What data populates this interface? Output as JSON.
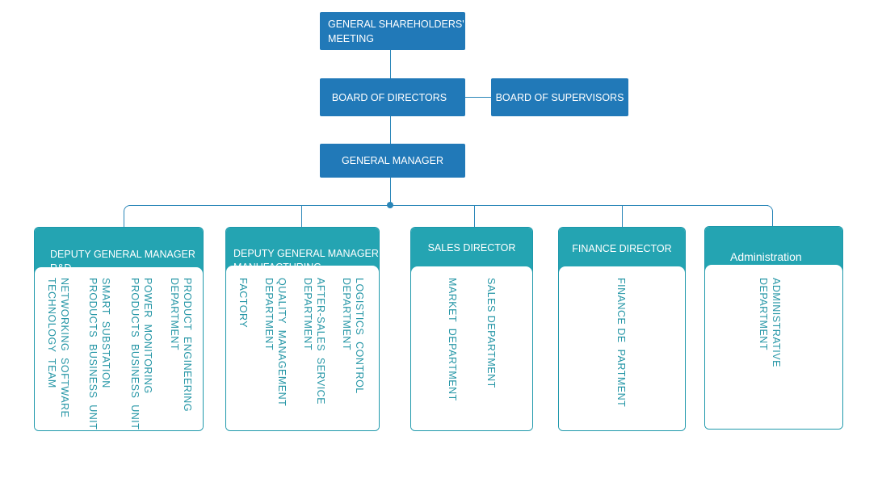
{
  "top": {
    "shareholders": "GENERAL SHAREHOLDERS'\nMEETING",
    "board_directors": "BOARD OF DIRECTORS",
    "board_supervisors": "BOARD OF SUPERVISORS",
    "general_manager": "GENERAL MANAGER"
  },
  "departments": [
    {
      "title": "DEPUTY GENERAL MANAGER\nR&D",
      "units": [
        "PRODUCT  ENGINEERING\nDEPARTMENT",
        "POWER  MONITORING\nPRODUCTS  BUSINESS  UNIT",
        "SMART  SUBSTATION\nPRODUCTS  BUSINESS  UNIT",
        "NETWORKING  SOFTWARE\nTECHNOLOGY  TEAM"
      ]
    },
    {
      "title": "DEPUTY GENERAL MANAGER\nMANUFACTURING",
      "units": [
        "LOGISTICS  CONTROL\nDEPARTMENT",
        "AFTER-SALES  SERVICE\nDEPARTMENT",
        "QUALITY  MANAGEMENT\nDEPARTMENT",
        "FACTORY"
      ]
    },
    {
      "title": "SALES DIRECTOR",
      "units": [
        "SALES DEPARTMENT",
        "MARKET  DEPARTMENT"
      ]
    },
    {
      "title": "FINANCE DIRECTOR",
      "units": [
        "FINANCE DE  PARTMENT"
      ]
    },
    {
      "title": "Administration\nManager",
      "units": [
        "ADMINISTRATIVE\nDEPARTMENT"
      ]
    }
  ],
  "colors": {
    "node_blue": "#2179b8",
    "card_teal": "#24a4b2",
    "connector": "#2a86b8",
    "text_teal": "#2596a6"
  }
}
